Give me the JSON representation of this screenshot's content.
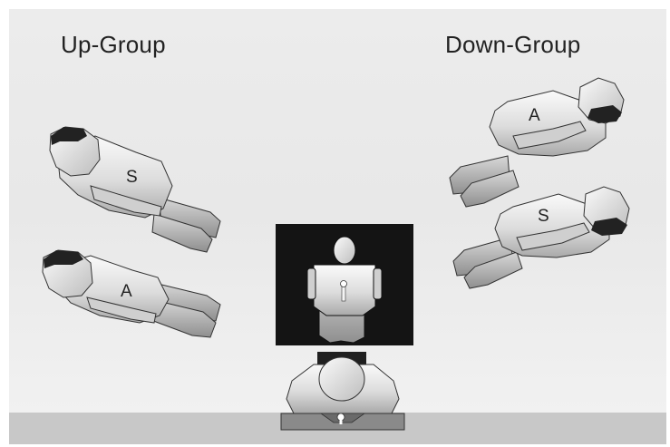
{
  "groups": {
    "up": {
      "title": "Up-Group"
    },
    "down": {
      "title": "Down-Group"
    }
  },
  "figures": {
    "up_top": {
      "label": "S"
    },
    "up_bottom": {
      "label": "A"
    },
    "down_top": {
      "label": "A"
    },
    "down_bottom": {
      "label": "S"
    }
  }
}
